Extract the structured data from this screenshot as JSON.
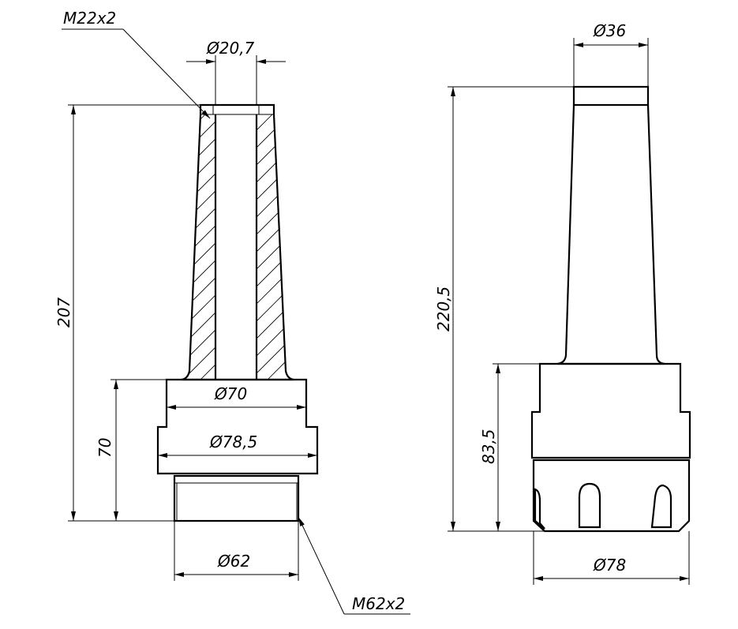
{
  "section_view": {
    "thread_top": "M22x2",
    "bore_diameter": "Ø20,7",
    "total_length": "207",
    "flange_diameter": "Ø70",
    "collar_diameter": "Ø78,5",
    "base_length": "70",
    "thread_diameter": "Ø62",
    "thread_bottom": "M62x2"
  },
  "outside_view": {
    "top_diameter": "Ø36",
    "total_length": "220,5",
    "base_length": "83,5",
    "base_diameter": "Ø78"
  }
}
